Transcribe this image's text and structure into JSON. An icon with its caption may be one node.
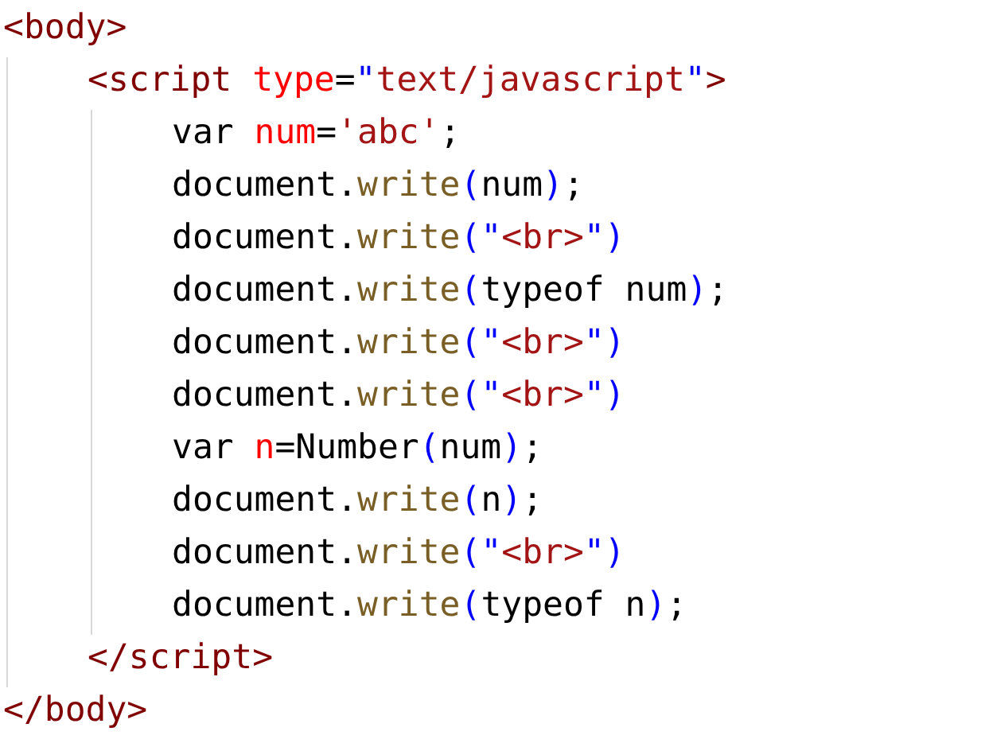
{
  "diagram": {
    "labels": [
      "<body>",
      "<script type=\"text/javascript\">",
      "var num='abc';",
      "document.write(num);",
      "document.write(\"<br>\")",
      "document.write(typeof num);",
      "document.write(\"<br>\")",
      "document.write(\"<br>\")",
      "var n=Number(num);",
      "document.write(n);",
      "document.write(\"<br>\")",
      "document.write(typeof n);",
      "</script>",
      "</body>"
    ]
  }
}
